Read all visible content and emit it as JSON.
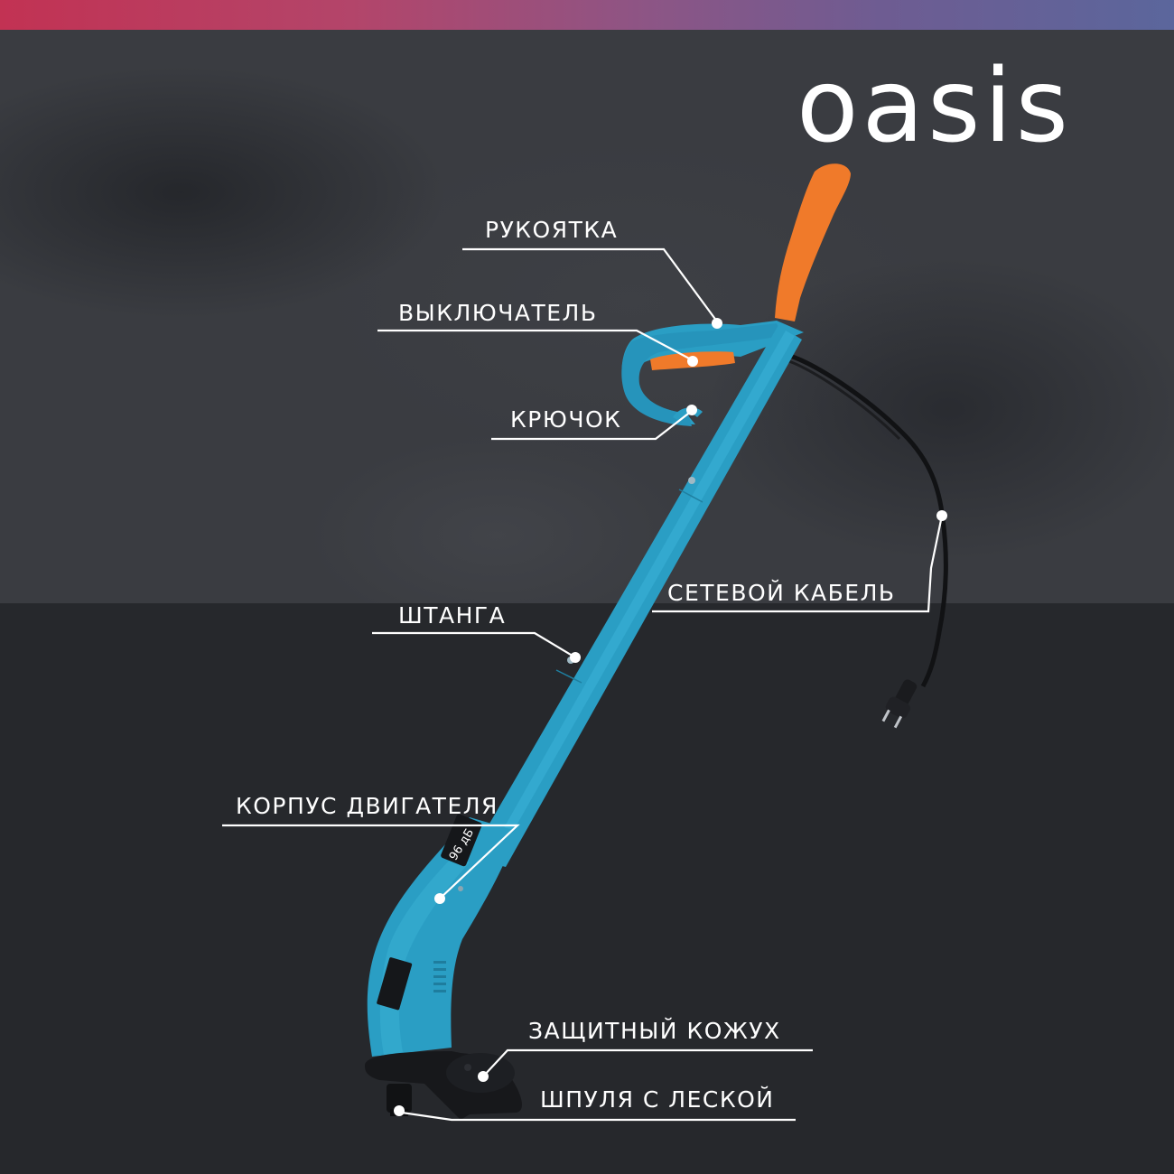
{
  "brand": {
    "logo_text": "oasis",
    "top_bar_gradient": [
      "#c23253",
      "#8d5585",
      "#5b669c"
    ]
  },
  "colors": {
    "background_upper": "#3a3c41",
    "background_lower": "#26282c",
    "body_blue": "#2a9ec4",
    "handle_orange": "#f07a2a",
    "cable_black": "#111214",
    "label_text": "#ffffff"
  },
  "product": {
    "name": "electric grass trimmer",
    "badge_text": "96 дБ"
  },
  "callouts": [
    {
      "id": "handle",
      "label": "РУКОЯТКА"
    },
    {
      "id": "switch",
      "label": "ВЫКЛЮЧАТЕЛЬ"
    },
    {
      "id": "hook",
      "label": "КРЮЧОК"
    },
    {
      "id": "power-cable",
      "label": "СЕТЕВОЙ КАБЕЛЬ"
    },
    {
      "id": "shaft",
      "label": "ШТАНГА"
    },
    {
      "id": "motor-housing",
      "label": "КОРПУС ДВИГАТЕЛЯ"
    },
    {
      "id": "guard",
      "label": "ЗАЩИТНЫЙ КОЖУХ"
    },
    {
      "id": "spool",
      "label": "ШПУЛЯ С ЛЕСКОЙ"
    }
  ]
}
